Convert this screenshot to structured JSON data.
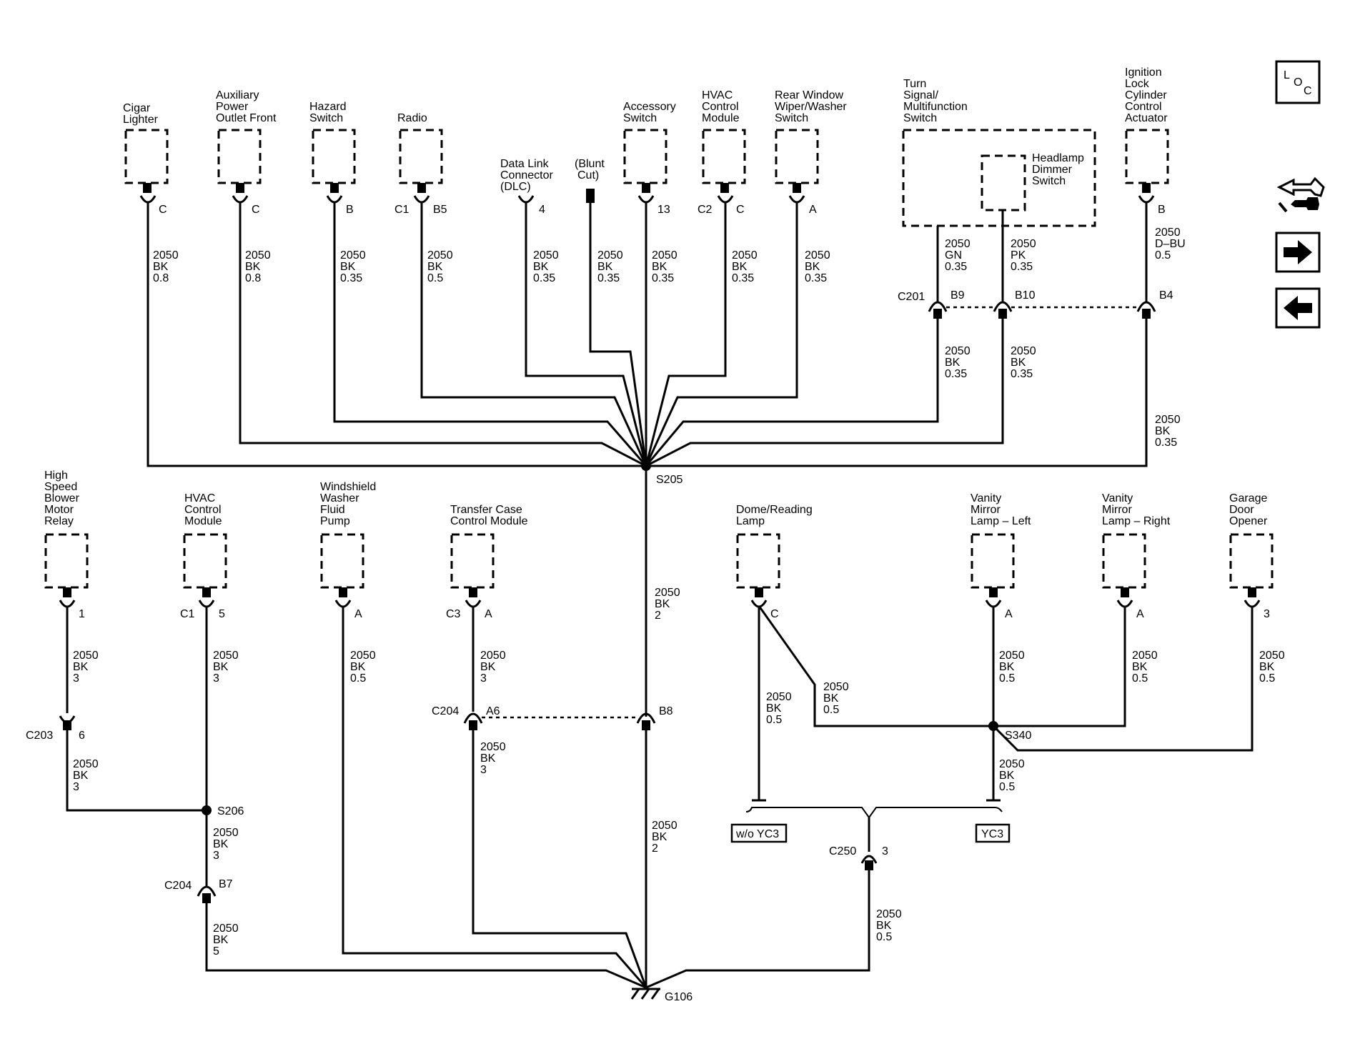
{
  "nav": {
    "loc_l": "L",
    "loc_o": "O",
    "loc_c": "C",
    "icons": [
      "loc-icon",
      "connector-tools-icon",
      "next-arrow-icon",
      "previous-arrow-icon"
    ]
  },
  "components": {
    "cigar": [
      "Cigar",
      "Lighter"
    ],
    "aux": [
      "Auxiliary",
      "Power",
      "Outlet Front"
    ],
    "hazard": [
      "Hazard",
      "Switch"
    ],
    "radio": [
      "Radio"
    ],
    "dlc": [
      "Data Link",
      "Connector",
      "(DLC)"
    ],
    "blunt": [
      "(Blunt",
      "Cut)"
    ],
    "accessory": [
      "Accessory",
      "Switch"
    ],
    "hvac_top": [
      "HVAC",
      "Control",
      "Module"
    ],
    "rear_wiper": [
      "Rear Window",
      "Wiper/Washer",
      "Switch"
    ],
    "turn_signal": [
      "Turn",
      "Signal/",
      "Multifunction",
      "Switch"
    ],
    "headlamp_dimmer": [
      "Headlamp",
      "Dimmer",
      "Switch"
    ],
    "ignition": [
      "Ignition",
      "Lock",
      "Cylinder",
      "Control",
      "Actuator"
    ],
    "blower": [
      "High",
      "Speed",
      "Blower",
      "Motor",
      "Relay"
    ],
    "hvac_bottom": [
      "HVAC",
      "Control",
      "Module"
    ],
    "washer_pump": [
      "Windshield",
      "Washer",
      "Fluid",
      "Pump"
    ],
    "transfer_case": [
      "Transfer Case",
      "Control Module"
    ],
    "dome": [
      "Dome/Reading",
      "Lamp"
    ],
    "vanity_left": [
      "Vanity",
      "Mirror",
      "Lamp – Left"
    ],
    "vanity_right": [
      "Vanity",
      "Mirror",
      "Lamp – Right"
    ],
    "garage": [
      "Garage",
      "Door",
      "Opener"
    ]
  },
  "pins": {
    "cigar": "C",
    "aux": "C",
    "hazard": "B",
    "radio_c": "C1",
    "radio_p": "B5",
    "dlc": "4",
    "accessory": "13",
    "hvac_top_c": "C2",
    "hvac_top_p": "C",
    "rear_wiper": "A",
    "ignition": "B",
    "c201": "C201",
    "c201_b9": "B9",
    "c201_b10": "B10",
    "c201_b4": "B4",
    "blower": "1",
    "hvac_bottom_c": "C1",
    "hvac_bottom_p": "5",
    "washer_pump": "A",
    "transfer_c": "C3",
    "transfer_p": "A",
    "dome": "C",
    "vanity_left": "A",
    "vanity_right": "A",
    "garage": "3",
    "c203": "C203",
    "c203_p": "6",
    "c204a": "C204",
    "c204a_a6": "A6",
    "c204a_b8": "B8",
    "c204b": "C204",
    "c204b_p": "B7",
    "c250": "C250",
    "c250_p": "3"
  },
  "splices": {
    "s205": "S205",
    "s206": "S206",
    "s340": "S340",
    "g106": "G106"
  },
  "options": {
    "without": "w/o YC3",
    "with": "YC3"
  },
  "wires": {
    "cigar": [
      "2050",
      "BK",
      "0.8"
    ],
    "aux": [
      "2050",
      "BK",
      "0.8"
    ],
    "hazard": [
      "2050",
      "BK",
      "0.35"
    ],
    "radio": [
      "2050",
      "BK",
      "0.5"
    ],
    "dlc": [
      "2050",
      "BK",
      "0.35"
    ],
    "blunt": [
      "2050",
      "BK",
      "0.35"
    ],
    "accessory": [
      "2050",
      "BK",
      "0.35"
    ],
    "hvac_top": [
      "2050",
      "BK",
      "0.35"
    ],
    "rear_wiper": [
      "2050",
      "BK",
      "0.35"
    ],
    "turn_gn": [
      "2050",
      "GN",
      "0.35"
    ],
    "dimmer_pk": [
      "2050",
      "PK",
      "0.35"
    ],
    "ignition_dbu": [
      "2050",
      "D–BU",
      "0.5"
    ],
    "turn_bk": [
      "2050",
      "BK",
      "0.35"
    ],
    "dimmer_bk": [
      "2050",
      "BK",
      "0.35"
    ],
    "ignition_bk": [
      "2050",
      "BK",
      "0.35"
    ],
    "s205_down": [
      "2050",
      "BK",
      "2"
    ],
    "g106_up": [
      "2050",
      "BK",
      "2"
    ],
    "blower_a": [
      "2050",
      "BK",
      "3"
    ],
    "blower_b": [
      "2050",
      "BK",
      "3"
    ],
    "hvac_bottom": [
      "2050",
      "BK",
      "3"
    ],
    "s206_down": [
      "2050",
      "BK",
      "3"
    ],
    "c204b_down": [
      "2050",
      "BK",
      "5"
    ],
    "washer_pump": [
      "2050",
      "BK",
      "0.5"
    ],
    "transfer_a": [
      "2050",
      "BK",
      "3"
    ],
    "transfer_b": [
      "2050",
      "BK",
      "3"
    ],
    "dome_a": [
      "2050",
      "BK",
      "0.5"
    ],
    "dome_b": [
      "2050",
      "BK",
      "0.5"
    ],
    "vanity_left": [
      "2050",
      "BK",
      "0.5"
    ],
    "vanity_right": [
      "2050",
      "BK",
      "0.5"
    ],
    "garage": [
      "2050",
      "BK",
      "0.5"
    ],
    "s340_down": [
      "2050",
      "BK",
      "0.5"
    ],
    "c250_down": [
      "2050",
      "BK",
      "0.5"
    ]
  }
}
